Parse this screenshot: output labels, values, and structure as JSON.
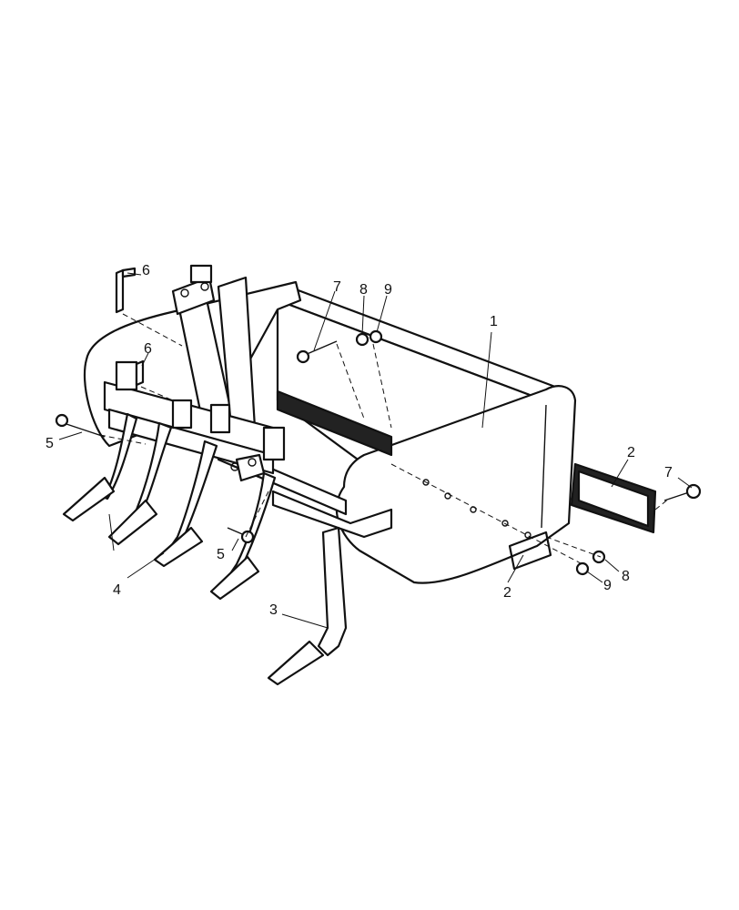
{
  "callouts": {
    "c1": "1",
    "c2a": "2",
    "c2b": "2",
    "c3": "3",
    "c4": "4",
    "c5a": "5",
    "c5b": "5",
    "c6a": "6",
    "c6b": "6",
    "c7a": "7",
    "c7b": "7",
    "c8a": "8",
    "c8b": "8",
    "c9a": "9",
    "c9b": "9"
  }
}
